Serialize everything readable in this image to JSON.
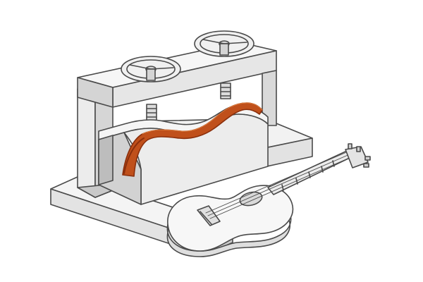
{
  "image": {
    "subject": "bending-press-with-guitar",
    "colors": {
      "background": "#ffffff",
      "outline": "#4a4a4a",
      "face_light": "#f4f4f4",
      "face_mid": "#e3e3e3",
      "face_dark": "#c9c9c9",
      "face_shadow": "#b8b8b8",
      "wood_side": "#c0501b",
      "wood_dark": "#8a2f0c",
      "wood_light": "#e07a3a"
    },
    "parts": [
      "base-plate",
      "back-block",
      "frame-top-beam",
      "frame-left-post",
      "handwheel-left",
      "handwheel-right",
      "mold-block",
      "bent-wood-side",
      "guitar"
    ]
  }
}
